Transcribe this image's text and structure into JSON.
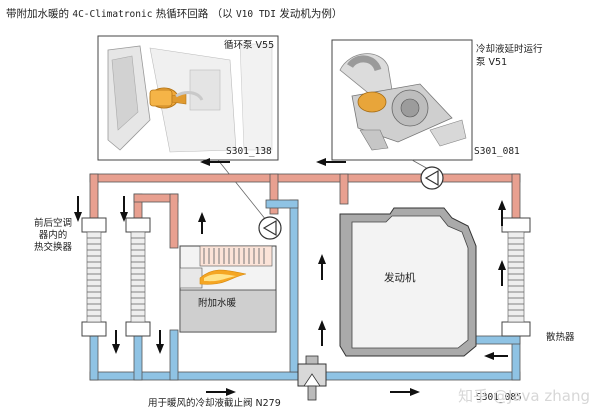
{
  "title": {
    "part1": "带附加水暖的",
    "part2": "4C-Climatronic",
    "part3": "热循环回路",
    "part4": "（以",
    "part5": "V10 TDI",
    "part6": "发动机为例）"
  },
  "labels": {
    "circ_pump": "循环泵 V55",
    "after_run_pump_line1": "冷却液延时运行",
    "after_run_pump_line2": "泵 V51",
    "code_138": "S301_138",
    "code_081": "S301_081",
    "hx_line1": "前后空调",
    "hx_line2": "器内的",
    "hx_line3": "热交换器",
    "aux_heater": "附加水暖",
    "engine": "发动机",
    "radiator": "散热器",
    "valve": "用于暖风的冷却液截止阀 N279",
    "code_bottom": "S301_085"
  },
  "watermark": "知乎 @Java zhang",
  "colors": {
    "hot_pipe": "#e8a090",
    "cold_pipe": "#8fc3e4",
    "pipe_edge": "#555555",
    "flame": "#f5a623"
  }
}
